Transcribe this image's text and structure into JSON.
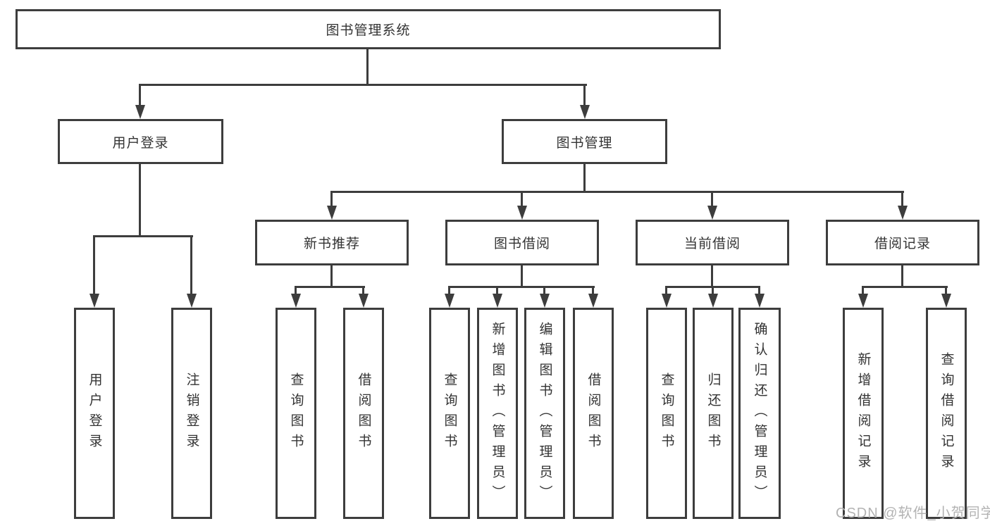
{
  "diagram": {
    "root": {
      "label": "图书管理系统"
    },
    "level2": [
      {
        "label": "用户登录"
      },
      {
        "label": "图书管理"
      }
    ],
    "level3": [
      {
        "label": "新书推荐"
      },
      {
        "label": "图书借阅"
      },
      {
        "label": "当前借阅"
      },
      {
        "label": "借阅记录"
      }
    ],
    "leaves": {
      "user_login": [
        "用户登录",
        "注销登录"
      ],
      "new_book": [
        "查询图书",
        "借阅图书"
      ],
      "book_borrow": [
        "查询图书",
        "新增图书（管理员）",
        "编辑图书（管理员）",
        "借阅图书"
      ],
      "current_borrow": [
        "查询图书",
        "归还图书",
        "确认归还（管理员）"
      ],
      "borrow_record": [
        "新增借阅记录",
        "查询借阅记录"
      ]
    },
    "watermark": "CSDN @软件_小贺同学",
    "colors": {
      "line": "#3d3d3d",
      "text": "#333333",
      "watermark": "#b3b3b3",
      "background": "#ffffff"
    }
  }
}
